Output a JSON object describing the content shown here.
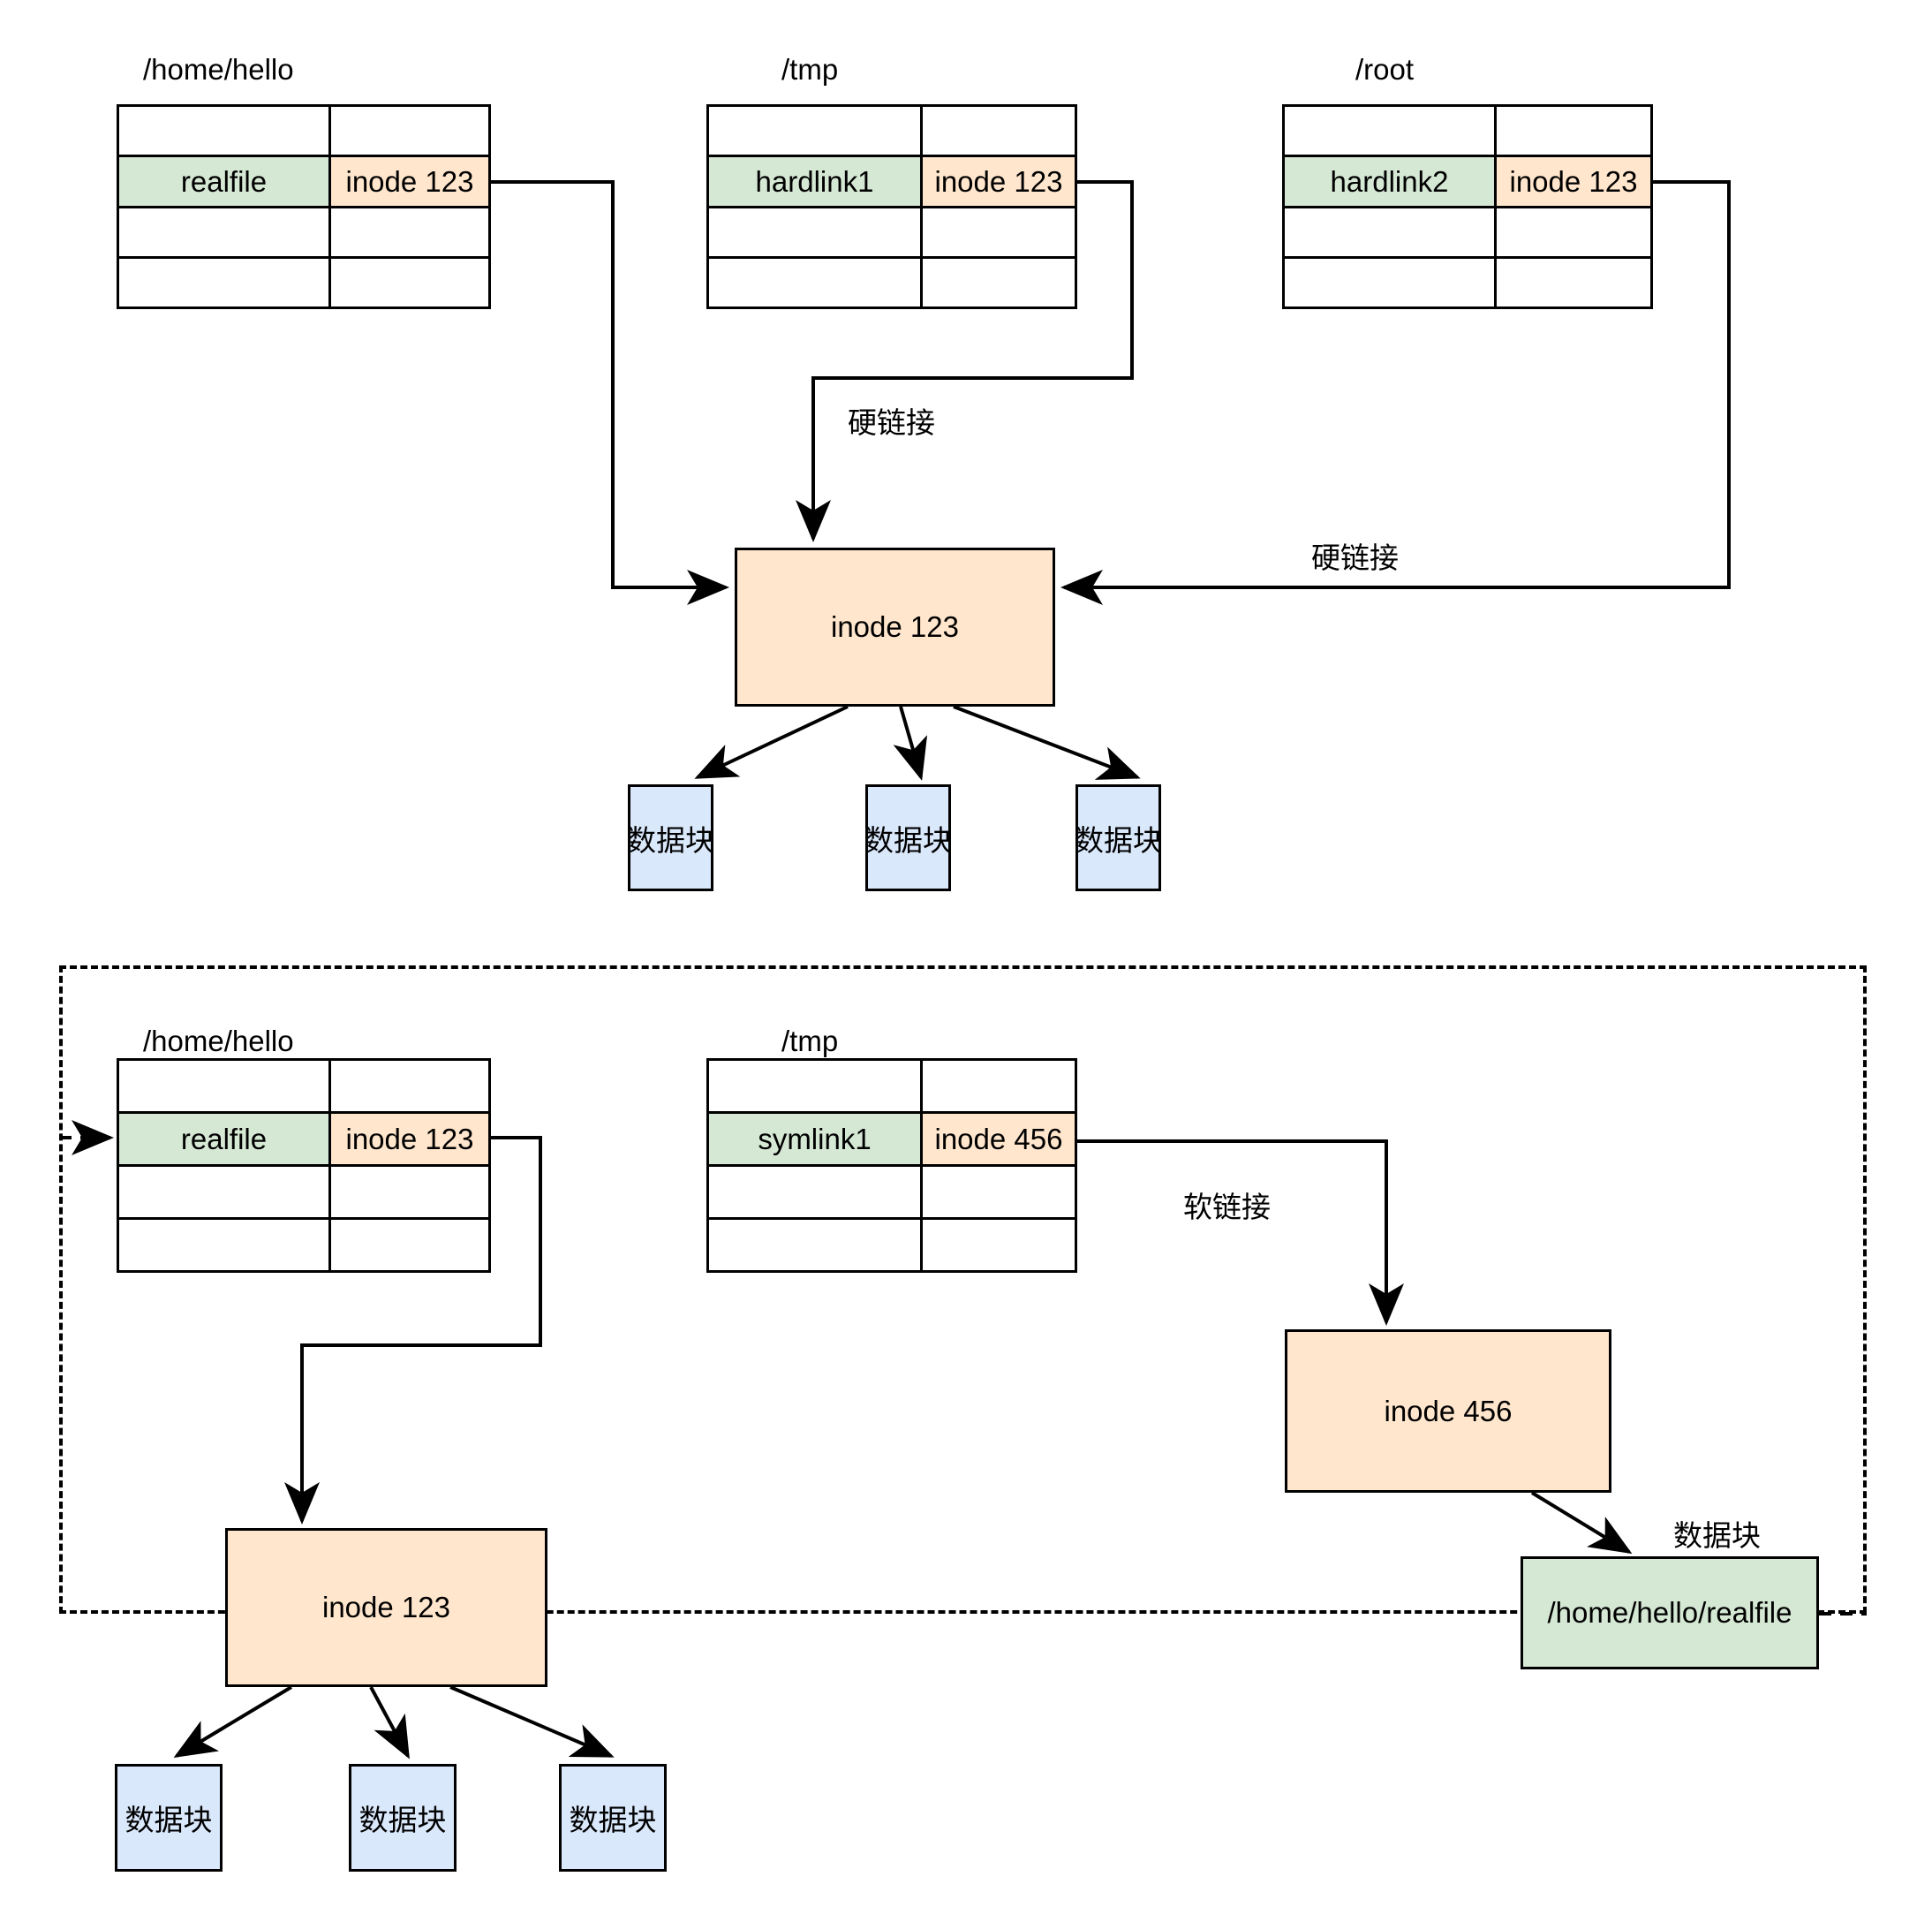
{
  "diagram": {
    "title_text": "",
    "colors": {
      "name_cell_green": "#d5e8d4",
      "inode_cell_orange": "#ffe6cc",
      "datablock_blue": "#dae8fc",
      "stroke": "#000000",
      "background": "#ffffff"
    },
    "hardlink_section": {
      "tables": [
        {
          "caption": "/home/hello",
          "rows": [
            {
              "name": "",
              "inode": "",
              "filled": false
            },
            {
              "name": "realfile",
              "inode": "inode 123",
              "filled": true
            },
            {
              "name": "",
              "inode": "",
              "filled": false
            },
            {
              "name": "",
              "inode": "",
              "filled": false
            }
          ]
        },
        {
          "caption": "/tmp",
          "rows": [
            {
              "name": "",
              "inode": "",
              "filled": false
            },
            {
              "name": "hardlink1",
              "inode": "inode 123",
              "filled": true
            },
            {
              "name": "",
              "inode": "",
              "filled": false
            },
            {
              "name": "",
              "inode": "",
              "filled": false
            }
          ]
        },
        {
          "caption": "/root",
          "rows": [
            {
              "name": "",
              "inode": "",
              "filled": false
            },
            {
              "name": "hardlink2",
              "inode": "inode 123",
              "filled": true
            },
            {
              "name": "",
              "inode": "",
              "filled": false
            },
            {
              "name": "",
              "inode": "",
              "filled": false
            }
          ]
        }
      ],
      "edge_labels": [
        "硬链接",
        "硬链接"
      ],
      "inode_box": "inode 123",
      "data_blocks": [
        "数据块",
        "数据块",
        "数据块"
      ]
    },
    "symlink_section": {
      "tables": [
        {
          "caption": "/home/hello",
          "rows": [
            {
              "name": "",
              "inode": "",
              "filled": false
            },
            {
              "name": "realfile",
              "inode": "inode 123",
              "filled": true
            },
            {
              "name": "",
              "inode": "",
              "filled": false
            },
            {
              "name": "",
              "inode": "",
              "filled": false
            }
          ]
        },
        {
          "caption": "/tmp",
          "rows": [
            {
              "name": "",
              "inode": "",
              "filled": false
            },
            {
              "name": "symlink1",
              "inode": "inode 456",
              "filled": true
            },
            {
              "name": "",
              "inode": "",
              "filled": false
            },
            {
              "name": "",
              "inode": "",
              "filled": false
            }
          ]
        }
      ],
      "edge_label_soft": "软链接",
      "edge_label_datablock": "数据块",
      "inode_box_left": "inode 123",
      "inode_box_right": "inode 456",
      "target_path_box": "/home/hello/realfile",
      "data_blocks": [
        "数据块",
        "数据块",
        "数据块"
      ]
    }
  }
}
